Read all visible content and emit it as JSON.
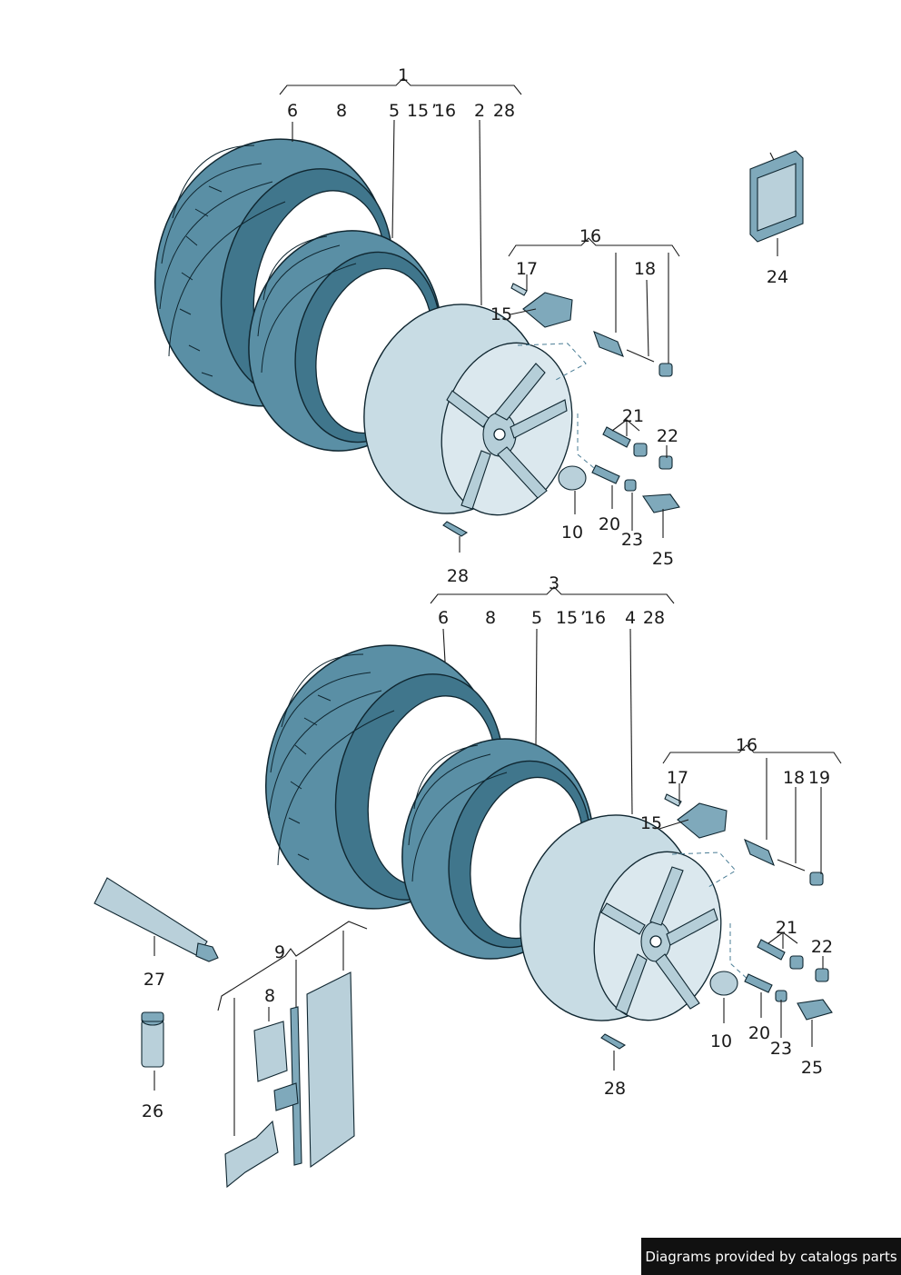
{
  "callouts": {
    "c1": "1",
    "c6a": "6",
    "c8a": "8",
    "c5a": "5",
    "c15a": "15",
    "c16a_t": "16",
    "c2": "2",
    "c28a_t": "28",
    "c16a": "16",
    "c17a": "17",
    "c18a": "18",
    "c15a_s": "15",
    "c21a": "21",
    "c22a": "22",
    "c10a": "10",
    "c20a": "20",
    "c23a": "23",
    "c25a": "25",
    "c28a": "28",
    "c24": "24",
    "c3": "3",
    "c6b": "6",
    "c8b": "8",
    "c5b": "5",
    "c15b": "15",
    "c16b_t": "16",
    "c4": "4",
    "c28b_t": "28",
    "c16b": "16",
    "c17b": "17",
    "c18b": "18",
    "c19b": "19",
    "c15b_s": "15",
    "c21b": "21",
    "c22b": "22",
    "c10b": "10",
    "c20b": "20",
    "c23b": "23",
    "c25b": "25",
    "c28b": "28",
    "c27": "27",
    "c26": "26",
    "c9": "9",
    "c8c": "8"
  },
  "credit": "Diagrams provided by catalogs parts",
  "colors": {
    "tire": "#5a8fa5",
    "rim": "#c8dce4",
    "outline": "#0f2630",
    "dash": "#4a7d95"
  }
}
